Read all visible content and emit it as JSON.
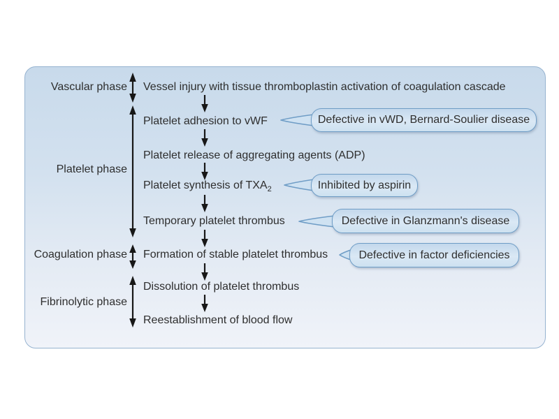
{
  "diagram": {
    "phases": [
      {
        "label": "Vascular phase"
      },
      {
        "label": "Platelet phase"
      },
      {
        "label": "Coagulation phase"
      },
      {
        "label": "Fibrinolytic phase"
      }
    ],
    "steps": [
      {
        "text": "Vessel injury with tissue thromboplastin activation of coagulation cascade"
      },
      {
        "text": "Platelet adhesion to vWF"
      },
      {
        "text": "Platelet release of aggregating agents (ADP)"
      },
      {
        "text": "Platelet synthesis of TXA",
        "subscript": "2"
      },
      {
        "text": "Temporary platelet thrombus"
      },
      {
        "text": "Formation of stable platelet thrombus"
      },
      {
        "text": "Dissolution of platelet thrombus"
      },
      {
        "text": "Reestablishment of blood flow"
      }
    ],
    "callouts": [
      {
        "text": "Defective in vWD, Bernard-Soulier disease",
        "points_to": "Platelet adhesion to vWF"
      },
      {
        "text": "Inhibited by aspirin",
        "points_to": "Platelet synthesis of TXA2"
      },
      {
        "text": "Defective in Glanzmann's disease",
        "points_to": "Temporary platelet thrombus"
      },
      {
        "text": "Defective in factor deficiencies",
        "points_to": "Formation of stable platelet thrombus"
      }
    ],
    "colors": {
      "panel_top": "#c8daeb",
      "panel_bottom": "#f0f3f9",
      "panel_border": "#96b3d0",
      "callout_fill": "#cfe2f2",
      "callout_border": "#6f9dc6",
      "text": "#2e2e2e",
      "arrow": "#171717"
    }
  }
}
